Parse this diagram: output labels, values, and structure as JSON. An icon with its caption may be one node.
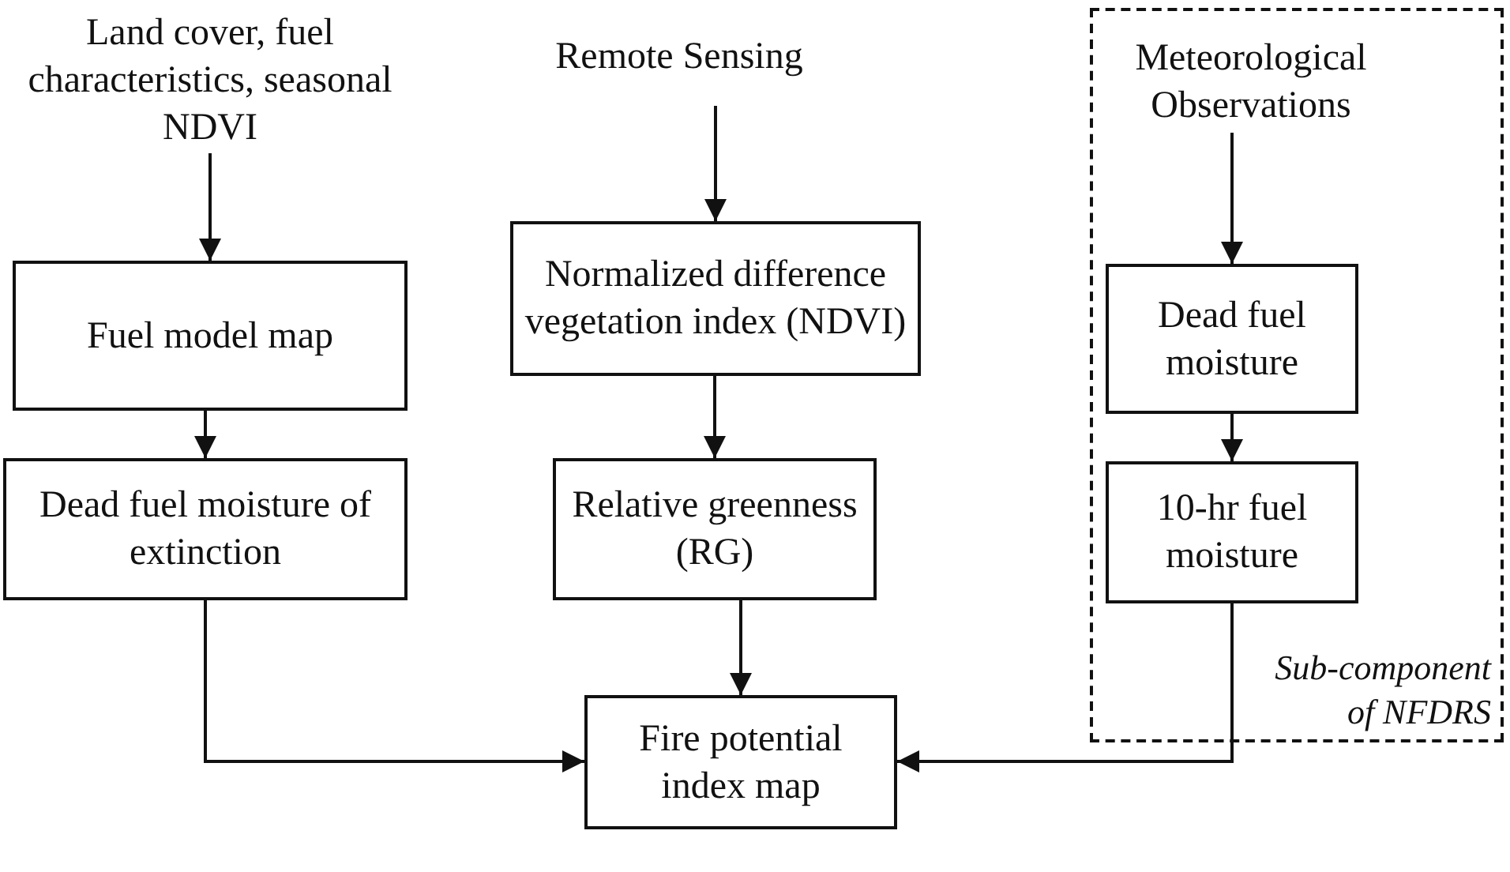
{
  "diagram": {
    "nodes": [
      {
        "text": [
          "Land cover, fuel characteristics, seasonal NDVI"
        ]
      },
      {
        "text": [
          "Remote Sensing"
        ]
      },
      {
        "text": [
          "Sub-component of NFDRS"
        ]
      },
      {
        "text": [
          "Meteorological Observations"
        ],
        "in": 2
      },
      {
        "text": [
          "Fuel model map"
        ]
      },
      {
        "text": [
          "Normalized difference vegetation index (NDVI)"
        ]
      },
      {
        "text": [
          "Dead fuel moisture"
        ],
        "in": 2
      },
      {
        "text": [
          "Dead fuel moisture of extinction"
        ]
      },
      {
        "text": [
          "Relative greenness (RG)"
        ]
      },
      {
        "text": [
          "10-hr fuel moisture"
        ],
        "in": 2
      },
      {
        "text": [
          "Fire potential index map"
        ]
      }
    ],
    "edges": [
      {
        "from": 0,
        "to": 4,
        "arrow": "to"
      },
      {
        "from": 1,
        "to": 5,
        "arrow": "to"
      },
      {
        "from": 3,
        "to": 6,
        "arrow": "to"
      },
      {
        "from": 4,
        "to": 7,
        "arrow": "to"
      },
      {
        "from": 5,
        "to": 8,
        "arrow": "to"
      },
      {
        "from": 6,
        "to": 9,
        "arrow": "to"
      },
      {
        "from": 7,
        "to": 10,
        "arrow": "to"
      },
      {
        "from": 8,
        "to": 10,
        "arrow": "to"
      },
      {
        "from": 9,
        "to": 10,
        "arrow": "to"
      }
    ]
  }
}
